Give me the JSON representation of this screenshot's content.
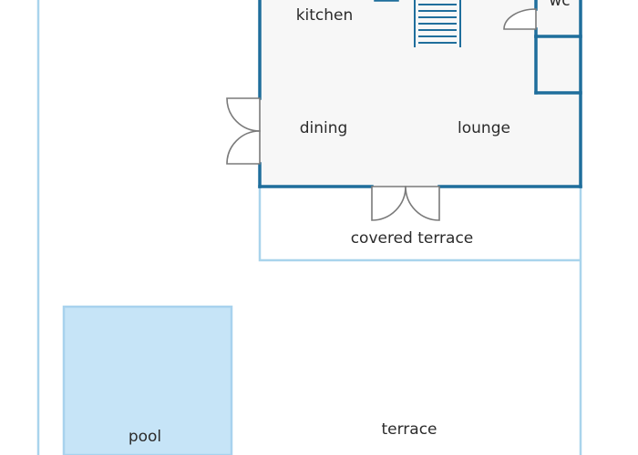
{
  "rooms": {
    "kitchen": "kitchen",
    "wc": "wc",
    "dining": "dining",
    "lounge": "lounge",
    "covered_terrace": "covered terrace",
    "pool": "pool",
    "terrace": "terrace"
  },
  "colors": {
    "wall": "#1f6e9c",
    "outline": "#a9d4ec",
    "floor": "#f7f7f7",
    "pool_fill": "#c6e4f7",
    "pool_edge": "#a8d2ee",
    "door": "#7a7a7a",
    "label": "#2b2b2b"
  },
  "icons": [
    "staircase-icon",
    "double-door-icon",
    "single-door-icon"
  ]
}
